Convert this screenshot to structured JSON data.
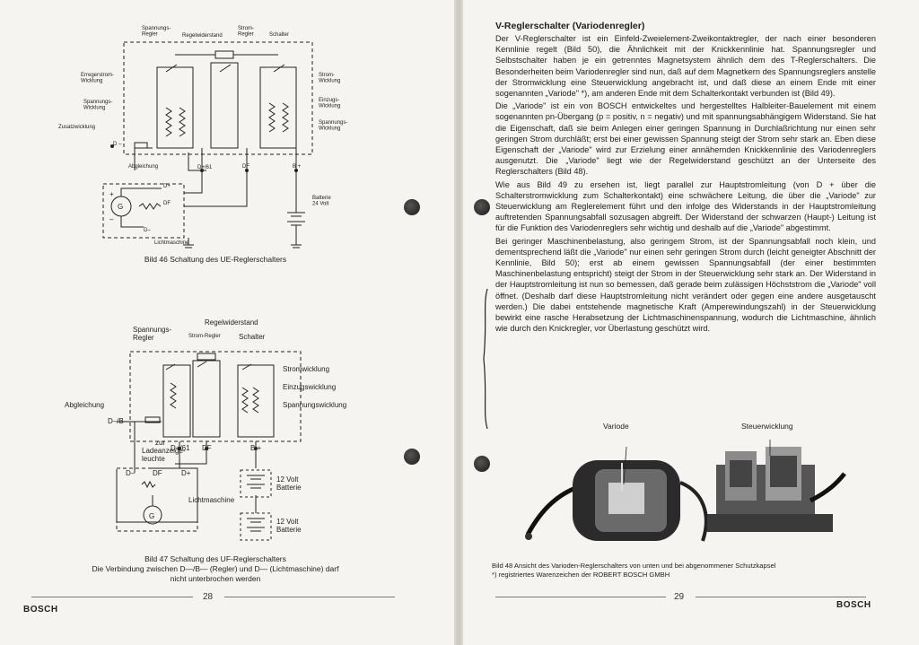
{
  "left_page": {
    "fig46": {
      "caption": "Bild 46   Schaltung des UE-Reglerschalters",
      "labels": {
        "spannungsregler": "Spannungs-\nRegler",
        "regelwiderstand": "Regelwiderstand",
        "stromregler": "Strom-\nRegler",
        "schalter": "Schalter",
        "erregerstromwicklung": "Erregerstrom-\nWicklung",
        "spannungswicklung": "Spannungs-\nWicklung",
        "zusatzwicklung": "Zusatzwicklung",
        "stromwicklung": "Strom-\nWicklung",
        "einzugwicklung": "Einzugs-\nWicklung",
        "spannungswicklung_r": "Spannungs-\nWicklung",
        "d_minus": "D –",
        "abgleichung": "Abgleichung",
        "d61": "D+/61",
        "df": "DF",
        "bplus": "B +",
        "batterie": "Batterie\n24 Volt",
        "lichtmaschine": "Lichtmaschine",
        "g": "G",
        "gen_dplus": "D+",
        "gen_df": "DF",
        "gen_dminus": "D–",
        "plus": "+",
        "minus": "–"
      }
    },
    "fig47": {
      "caption_line1": "Bild 47   Schaltung des UF-Reglerschalters",
      "caption_line2": "Die Verbindung zwischen D—/B— (Regler) und D— (Lichtmaschine) darf",
      "caption_line3": "nicht unterbrochen werden",
      "labels": {
        "spannungsregler": "Spannungs-\nRegler",
        "regelwiderstand": "Regelwiderstand",
        "stromregler": "Strom-Regler",
        "schalter": "Schalter",
        "stromwicklung": "Stromwicklung",
        "einzugswicklung": "Einzugswicklung",
        "spannungswicklung": "Spannungswicklung",
        "abgleichung": "Abgleichung",
        "d_b": "D–/B–",
        "d61": "D+/61",
        "df": "DF",
        "bplus": "B +",
        "zur": "zur",
        "ladeanzeige": "Ladeanzeige-\nleuchte",
        "gen_dminus": "D–",
        "gen_df": "DF",
        "gen_dplus": "D+",
        "lichtmaschine": "Lichtmaschine",
        "g": "G",
        "batterie1": "12 Volt\nBatterie",
        "batterie2": "12 Volt\nBatterie"
      }
    },
    "page_number": "28",
    "brand": "BOSCH"
  },
  "right_page": {
    "heading": "V-Reglerschalter (Variodenregler)",
    "paragraphs": [
      "Der V-Reglerschalter ist ein Einfeld-Zweielement-Zweikontaktregler, der nach einer besonderen Kennlinie regelt (Bild 50), die Ähnlichkeit mit der Knickkennlinie hat. Spannungsregler und Selbstschalter haben je ein getrenntes Magnetsystem ähnlich dem des T-Reglerschalters. Die Besonderheiten beim Variodenregler sind nun, daß auf dem Magnetkern des Spannungsreglers anstelle der Stromwicklung eine Steuerwicklung angebracht ist, und daß diese an einem Ende mit einer sogenannten „Variode\" *), am anderen Ende mit dem Schalterkontakt verbunden ist (Bild 49).",
      "Die „Variode\" ist ein von BOSCH entwickeltes und hergestelltes Halbleiter-Bauelement mit einem sogenannten pn-Übergang (p = positiv, n = negativ) und mit spannungsabhängigem Widerstand. Sie hat die Eigenschaft, daß sie beim Anlegen einer geringen Spannung in Durchlaßrichtung nur einen sehr geringen Strom durchläßt; erst bei einer gewissen Spannung steigt der Strom sehr stark an. Eben diese Eigenschaft der „Variode\" wird zur Erzielung einer annähernden Knickkennlinie des Variodenreglers ausgenutzt. Die „Variode\" liegt wie der Regelwiderstand geschützt an der Unterseite des Reglerschalters (Bild 48).",
      "Wie aus Bild 49 zu ersehen ist, liegt parallel zur Hauptstromleitung (von D + über die Schalterstromwicklung zum Schalterkontakt) eine schwächere Leitung, die über die „Variode\" zur Steuerwicklung am Reglerelement führt und den infolge des Widerstands in der Hauptstromleitung auftretenden Spannungsabfall sozusagen abgreift. Der Widerstand der schwarzen (Haupt-) Leitung ist für die Funktion des Variodenreglers sehr wichtig und deshalb auf die „Variode\" abgestimmt.",
      "Bei geringer Maschinenbelastung, also geringem Strom, ist der Spannungsabfall noch klein, und dementsprechend läßt die „Variode\" nur einen sehr geringen Strom durch (leicht geneigter Abschnitt der Kennlinie, Bild 50); erst ab einem gewissen Spannungsabfall (der einer bestimmten Maschinenbelastung entspricht) steigt der Strom in der Steuerwicklung sehr stark an. Der Widerstand in der Hauptstromleitung ist nun so bemessen, daß gerade beim zulässigen Höchststrom die „Variode\" voll öffnet. (Deshalb darf diese Hauptstromleitung nicht verändert oder gegen eine andere ausgetauscht werden.) Die dabei entstehende magnetische Kraft (Amperewindungszahl) in der Steuerwicklung bewirkt eine rasche Herabsetzung der Lichtmaschinenspannung, wodurch die Lichtmaschine, ähnlich wie durch den Knickregler, vor Überlastung geschützt wird."
    ],
    "photo_labels": {
      "variode": "Variode",
      "steuerwicklung": "Steuerwicklung"
    },
    "fig48_caption": "Bild 48   Ansicht des Varioden-Reglerschalters von unten und bei abgenommener Schutzkapsel",
    "footnote": "*) registriertes Warenzeichen der ROBERT BOSCH GMBH",
    "page_number": "29",
    "brand": "BOSCH"
  }
}
